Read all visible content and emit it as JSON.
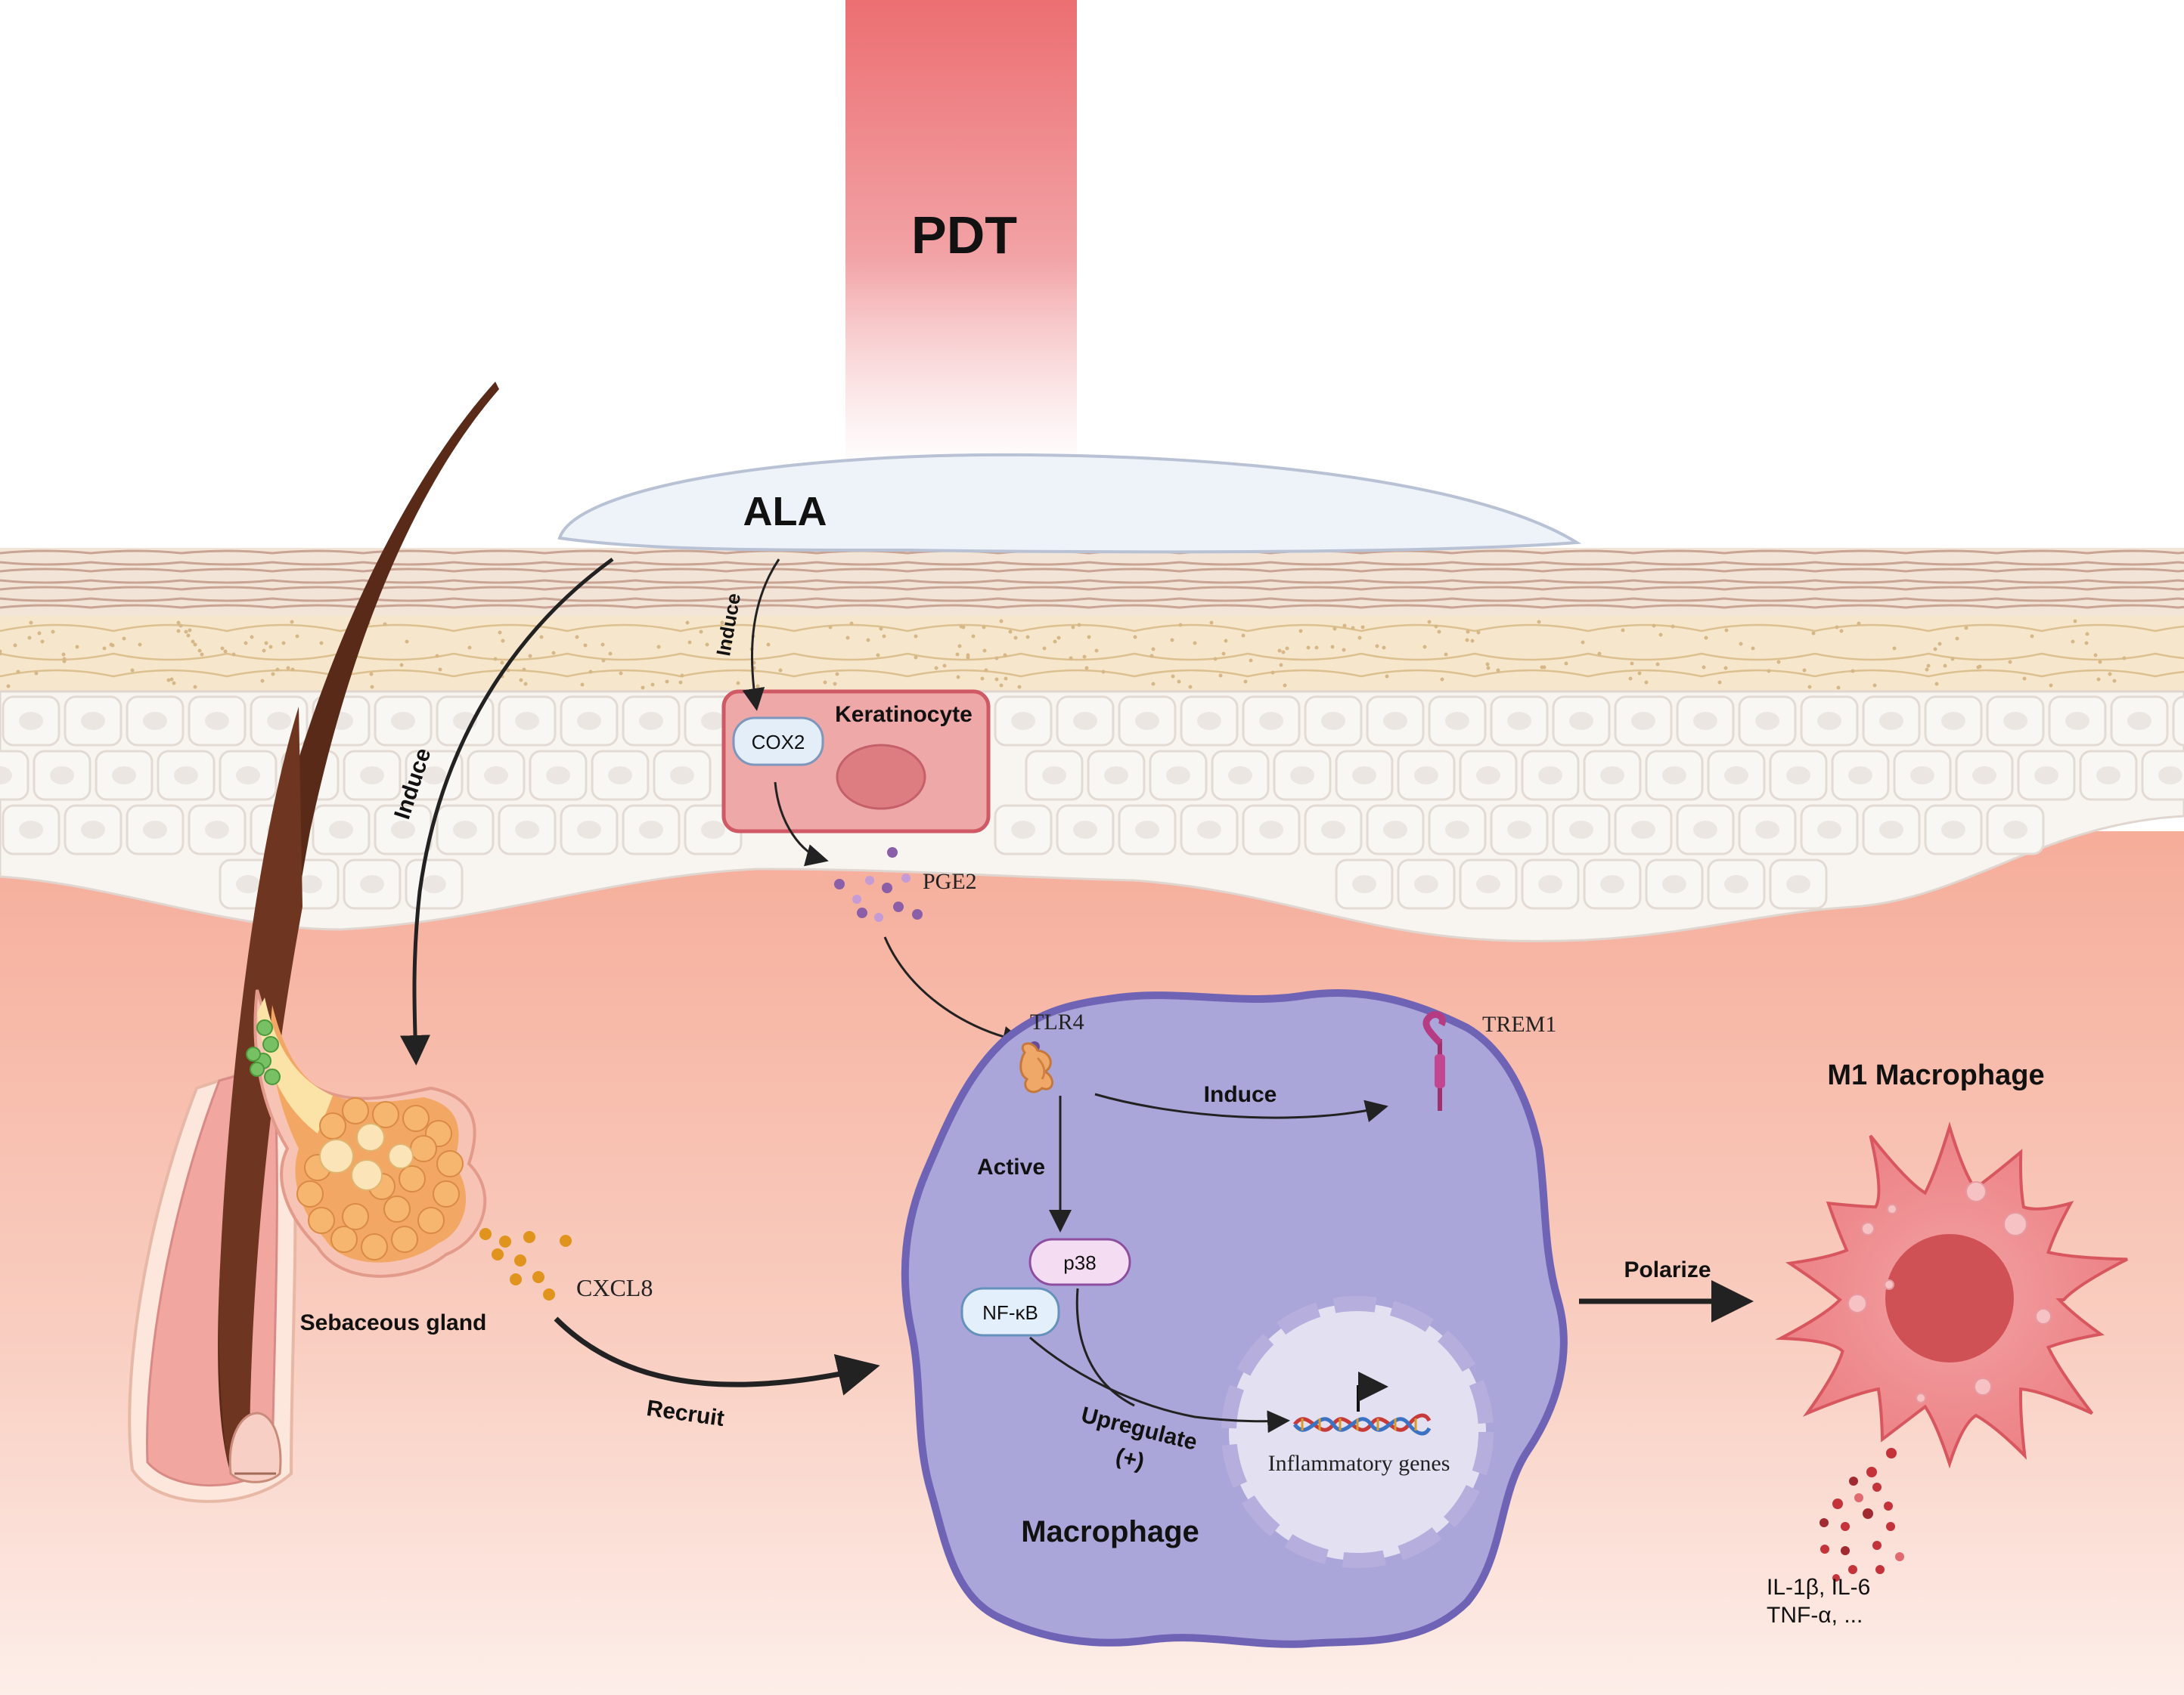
{
  "labels": {
    "pdt": "PDT",
    "ala": "ALA",
    "induce_ala_cox2": "Induce",
    "induce_ala_gland": "Induce",
    "keratinocyte": "Keratinocyte",
    "cox2": "COX2",
    "pge2": "PGE2",
    "tlr4": "TLR4",
    "trem1": "TREM1",
    "induce_trem1": "Induce",
    "active": "Active",
    "p38": "p38",
    "nfkb": "NF-κB",
    "upregulate": "Upregulate",
    "upregulate_sign": "(+)",
    "inflammatory_genes": "Inflammatory genes",
    "macrophage": "Macrophage",
    "sebaceous_gland": "Sebaceous gland",
    "cxcl8": "CXCL8",
    "recruit": "Recruit",
    "polarize": "Polarize",
    "m1_macrophage": "M1 Macrophage",
    "cytokines_line1": "IL-1β, IL-6",
    "cytokines_line2": "TNF-α, ..."
  },
  "colors": {
    "pdt_beam": "#e8676b",
    "dermis": "#f7b9a8",
    "epidermis_cell": "#f7f4f0",
    "granular_layer": "#f6e6cc",
    "keratinocyte": "#eea8a8",
    "macrophage": "#aba6da",
    "macrophage_border": "#6f63b5",
    "m1_macrophage": "#ee8a8e",
    "hair": "#5a2a18",
    "sebaceous": "#f4a968",
    "cxcl8_dots": "#e0941e",
    "pge2_dots": "#8a5fa8",
    "cytokine_dots": "#c4323a"
  }
}
